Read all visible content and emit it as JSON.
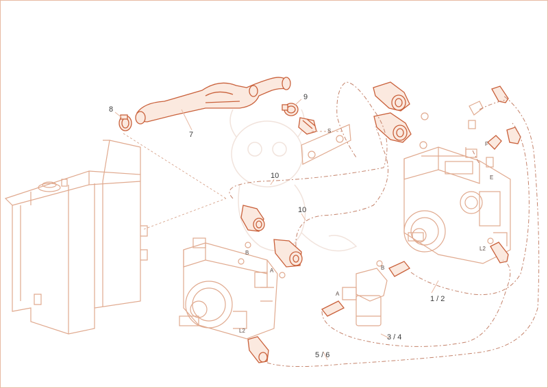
{
  "diagram": {
    "callouts": {
      "c8": "8",
      "c7": "7",
      "c9": "9",
      "cS": "S",
      "c10a": "10",
      "c10b": "10",
      "cF": "F",
      "cE": "E",
      "cL2a": "L2",
      "cL2b": "L2",
      "cB1": "B",
      "cB2": "B",
      "cA1": "A",
      "cA2": "A",
      "c12": "1 / 2",
      "c34": "3 / 4",
      "c56": "5 / 6"
    }
  },
  "colors": {
    "line": "#e8b9a2",
    "highlight": "#c9603a",
    "dash": "#c4826a",
    "text": "#3a3a3a"
  }
}
